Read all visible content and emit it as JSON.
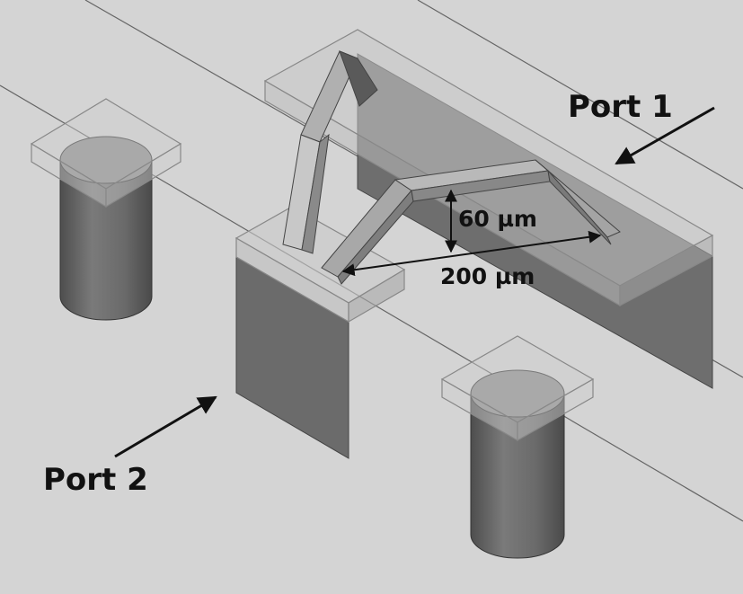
{
  "labels": {
    "port1": "Port 1",
    "port2": "Port 2",
    "dim_height": "60 µm",
    "dim_length": "200 µm"
  },
  "colors": {
    "background": "#d4d4d4",
    "metal_dark": "#6e6e6e",
    "metal_mid": "#8e8e8e",
    "metal_light": "#b4b4b4",
    "transparent_pad": "#cfcfcf",
    "line": "#555555",
    "text": "#111111"
  }
}
